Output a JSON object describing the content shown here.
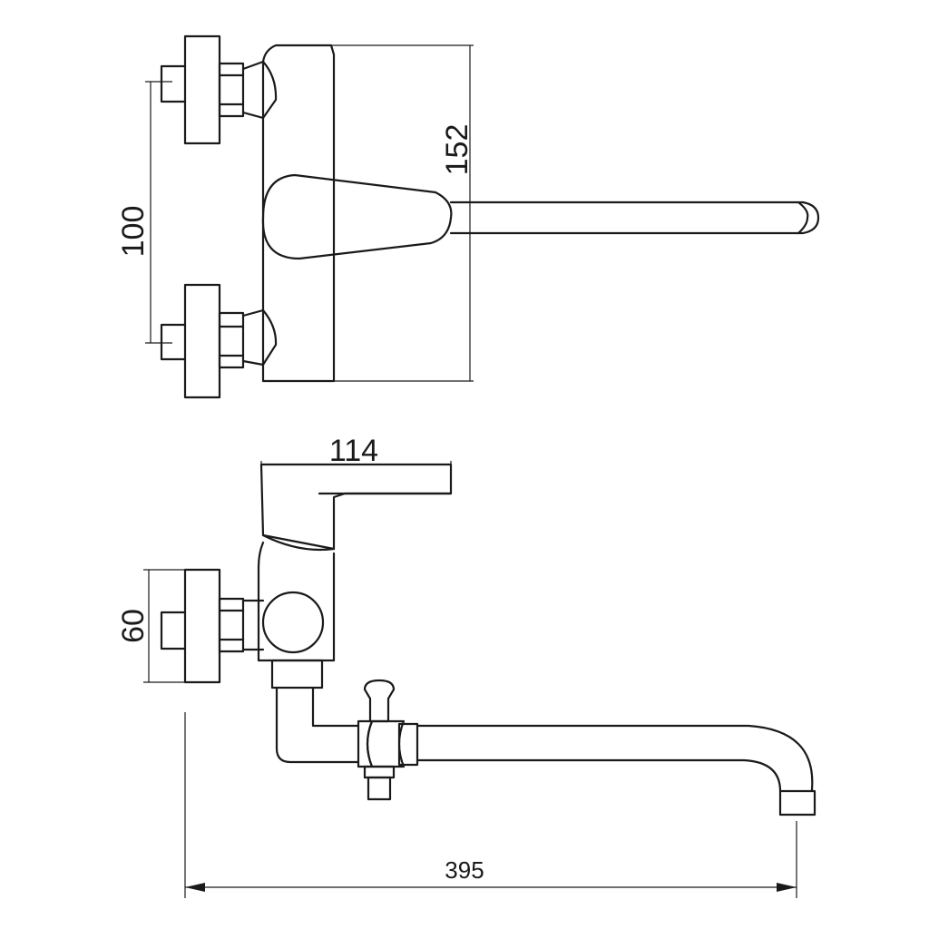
{
  "dimensions": {
    "top_height": "152",
    "pipe_spacing": "100",
    "lever_length": "114",
    "wall_depth": "60",
    "total_reach": "395"
  }
}
